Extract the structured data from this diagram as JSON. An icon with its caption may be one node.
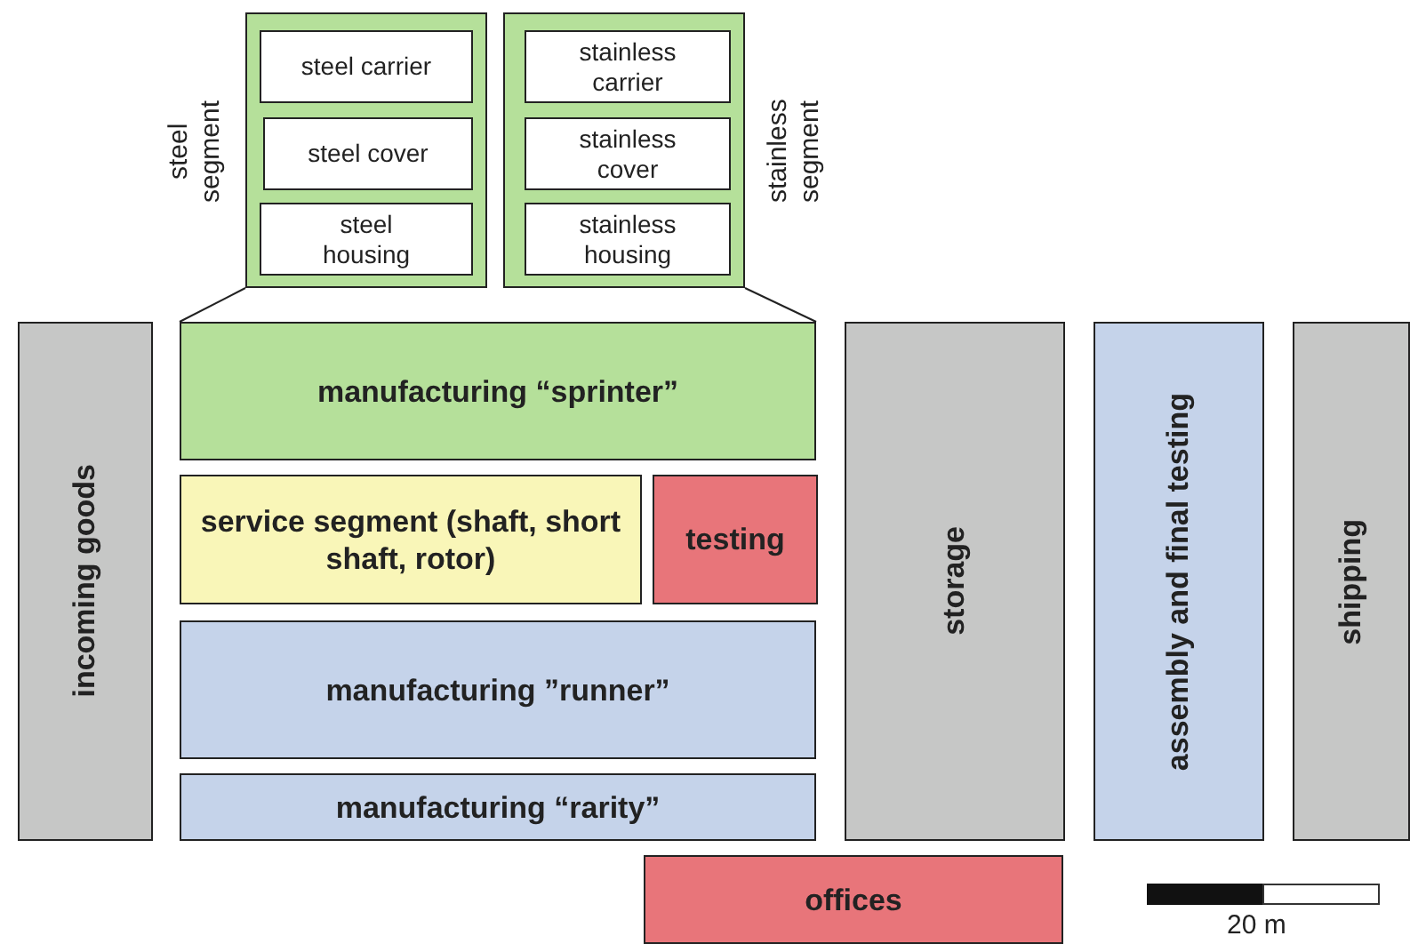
{
  "diagram": {
    "nodes": [
      {
        "text": [],
        "shape": "box",
        "beside": [
          "steel segment"
        ]
      },
      {
        "text": [
          "steel carrier"
        ],
        "in": 0
      },
      {
        "text": [
          "steel cover"
        ],
        "in": 0
      },
      {
        "text": [
          "steel housing"
        ],
        "in": 0
      },
      {
        "text": [],
        "shape": "box",
        "beside": [
          "stainless segment"
        ]
      },
      {
        "text": [
          "stainless carrier"
        ],
        "in": 4
      },
      {
        "text": [
          "stainless cover"
        ],
        "in": 4
      },
      {
        "text": [
          "stainless housing"
        ],
        "in": 4
      },
      {
        "text": [
          "incoming goods"
        ]
      },
      {
        "text": [
          "manufacturing “sprinter”"
        ]
      },
      {
        "text": [
          "service segment (shaft, short shaft, rotor)"
        ]
      },
      {
        "text": [
          "testing"
        ]
      },
      {
        "text": [
          "manufacturing ”runner”"
        ]
      },
      {
        "text": [
          "manufacturing “rarity”"
        ]
      },
      {
        "text": [
          "storage"
        ]
      },
      {
        "text": [
          "assembly and final testing"
        ]
      },
      {
        "text": [
          "shipping"
        ]
      },
      {
        "text": [
          "offices"
        ]
      }
    ],
    "edges": [
      {
        "from": 0,
        "to": 9,
        "arrow": "none"
      },
      {
        "from": 4,
        "to": 9,
        "arrow": "none"
      }
    ],
    "labels": [
      "20 m"
    ]
  }
}
